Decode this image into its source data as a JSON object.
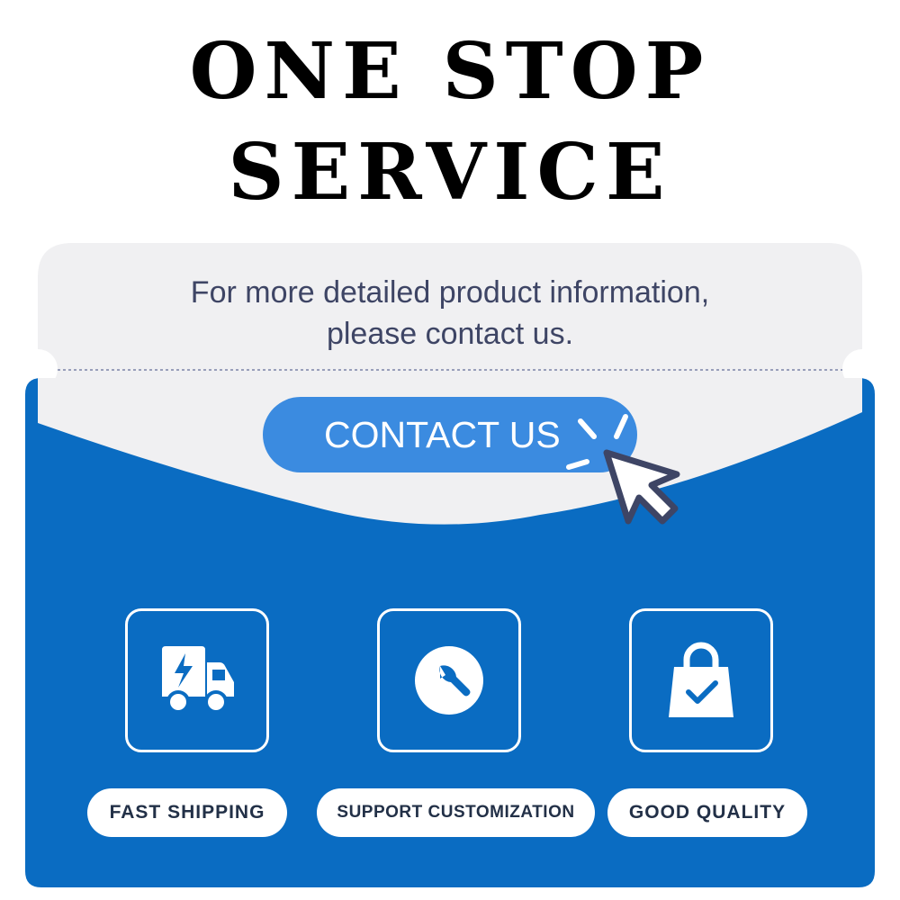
{
  "header": {
    "title_line_1": "ONE STOP",
    "title_line_2": "SERVICE"
  },
  "info": {
    "line_1": "For more detailed product information,",
    "line_2": "please contact us."
  },
  "cta": {
    "label": "CONTACT US",
    "cursor_icon": "pointer-cursor-icon"
  },
  "features": [
    {
      "icon": "delivery-truck-icon",
      "label": "FAST SHIPPING"
    },
    {
      "icon": "wrench-icon",
      "label": "SUPPORT CUSTOMIZATION"
    },
    {
      "icon": "shopping-bag-check-icon",
      "label": "GOOD QUALITY"
    }
  ],
  "colors": {
    "primary_blue": "#0a6cc2",
    "button_blue": "#3b8be0",
    "panel_gray": "#f0f0f2",
    "text_dark": "#3e4565",
    "title_black": "#000000"
  }
}
